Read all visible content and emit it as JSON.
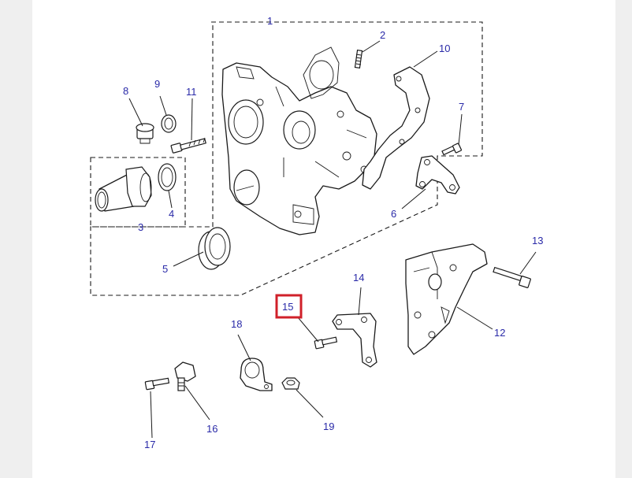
{
  "callouts": [
    {
      "id": "1",
      "text": "1"
    },
    {
      "id": "2",
      "text": "2"
    },
    {
      "id": "3",
      "text": "3"
    },
    {
      "id": "4",
      "text": "4"
    },
    {
      "id": "5",
      "text": "5"
    },
    {
      "id": "6",
      "text": "6"
    },
    {
      "id": "7",
      "text": "7"
    },
    {
      "id": "8",
      "text": "8"
    },
    {
      "id": "9",
      "text": "9"
    },
    {
      "id": "10",
      "text": "10"
    },
    {
      "id": "11",
      "text": "11"
    },
    {
      "id": "12",
      "text": "12"
    },
    {
      "id": "13",
      "text": "13"
    },
    {
      "id": "14",
      "text": "14"
    },
    {
      "id": "15",
      "text": "15"
    },
    {
      "id": "16",
      "text": "16"
    },
    {
      "id": "17",
      "text": "17"
    },
    {
      "id": "18",
      "text": "18"
    },
    {
      "id": "19",
      "text": "19"
    }
  ],
  "highlighted_callout": "15",
  "colors": {
    "callout_text": "#2a2aa8",
    "highlight_border": "#d0202a",
    "line_art": "#1a1a1a",
    "background": "#ffffff",
    "gutter": "#efefef"
  }
}
